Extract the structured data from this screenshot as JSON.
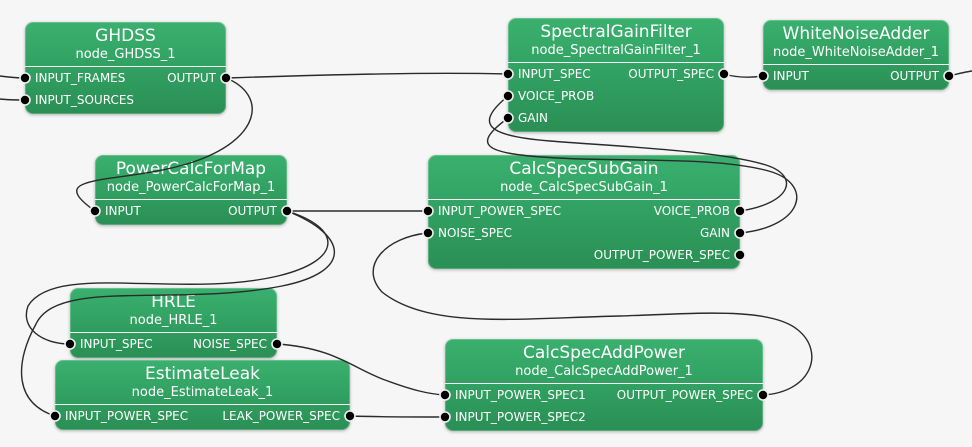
{
  "app": {
    "type": "dataflow-node-editor",
    "background_color": "#f6f6f6",
    "node_color_top": "#3bb06e",
    "node_color_bottom": "#2a8f54",
    "wire_color": "#2a2a2a",
    "port_dot_color": "#000000",
    "text_color": "#ffffff"
  },
  "nodes": [
    {
      "title": "GHDSS",
      "name": "node_GHDSS_1",
      "inputs": [
        "INPUT_FRAMES",
        "INPUT_SOURCES"
      ],
      "outputs": [
        "OUTPUT"
      ]
    },
    {
      "title": "SpectralGainFilter",
      "name": "node_SpectralGainFilter_1",
      "inputs": [
        "INPUT_SPEC",
        "VOICE_PROB",
        "GAIN"
      ],
      "outputs": [
        "OUTPUT_SPEC"
      ]
    },
    {
      "title": "WhiteNoiseAdder",
      "name": "node_WhiteNoiseAdder_1",
      "inputs": [
        "INPUT"
      ],
      "outputs": [
        "OUTPUT"
      ]
    },
    {
      "title": "PowerCalcForMap",
      "name": "node_PowerCalcForMap_1",
      "inputs": [
        "INPUT"
      ],
      "outputs": [
        "OUTPUT"
      ]
    },
    {
      "title": "CalcSpecSubGain",
      "name": "node_CalcSpecSubGain_1",
      "inputs": [
        "INPUT_POWER_SPEC",
        "NOISE_SPEC"
      ],
      "outputs": [
        "VOICE_PROB",
        "GAIN",
        "OUTPUT_POWER_SPEC"
      ]
    },
    {
      "title": "HRLE",
      "name": "node_HRLE_1",
      "inputs": [
        "INPUT_SPEC"
      ],
      "outputs": [
        "NOISE_SPEC"
      ]
    },
    {
      "title": "EstimateLeak",
      "name": "node_EstimateLeak_1",
      "inputs": [
        "INPUT_POWER_SPEC"
      ],
      "outputs": [
        "LEAK_POWER_SPEC"
      ]
    },
    {
      "title": "CalcSpecAddPower",
      "name": "node_CalcSpecAddPower_1",
      "inputs": [
        "INPUT_POWER_SPEC1",
        "INPUT_POWER_SPEC2"
      ],
      "outputs": [
        "OUTPUT_POWER_SPEC"
      ]
    }
  ],
  "connections": [
    {
      "from": "offscreen-left",
      "to": "node_GHDSS_1.INPUT_FRAMES"
    },
    {
      "from": "offscreen-left",
      "to": "node_GHDSS_1.INPUT_SOURCES"
    },
    {
      "from": "node_GHDSS_1.OUTPUT",
      "to": "node_SpectralGainFilter_1.INPUT_SPEC"
    },
    {
      "from": "node_GHDSS_1.OUTPUT",
      "to": "node_PowerCalcForMap_1.INPUT"
    },
    {
      "from": "node_PowerCalcForMap_1.OUTPUT",
      "to": "node_CalcSpecSubGain_1.INPUT_POWER_SPEC"
    },
    {
      "from": "node_PowerCalcForMap_1.OUTPUT",
      "to": "node_HRLE_1.INPUT_SPEC"
    },
    {
      "from": "node_PowerCalcForMap_1.OUTPUT",
      "to": "node_EstimateLeak_1.INPUT_POWER_SPEC"
    },
    {
      "from": "node_HRLE_1.NOISE_SPEC",
      "to": "node_CalcSpecAddPower_1.INPUT_POWER_SPEC1"
    },
    {
      "from": "node_EstimateLeak_1.LEAK_POWER_SPEC",
      "to": "node_CalcSpecAddPower_1.INPUT_POWER_SPEC2"
    },
    {
      "from": "node_CalcSpecAddPower_1.OUTPUT_POWER_SPEC",
      "to": "node_CalcSpecSubGain_1.NOISE_SPEC"
    },
    {
      "from": "node_CalcSpecSubGain_1.VOICE_PROB",
      "to": "node_SpectralGainFilter_1.VOICE_PROB"
    },
    {
      "from": "node_CalcSpecSubGain_1.GAIN",
      "to": "node_SpectralGainFilter_1.GAIN"
    },
    {
      "from": "node_SpectralGainFilter_1.OUTPUT_SPEC",
      "to": "node_WhiteNoiseAdder_1.INPUT"
    },
    {
      "from": "node_WhiteNoiseAdder_1.OUTPUT",
      "to": "offscreen-right"
    }
  ]
}
